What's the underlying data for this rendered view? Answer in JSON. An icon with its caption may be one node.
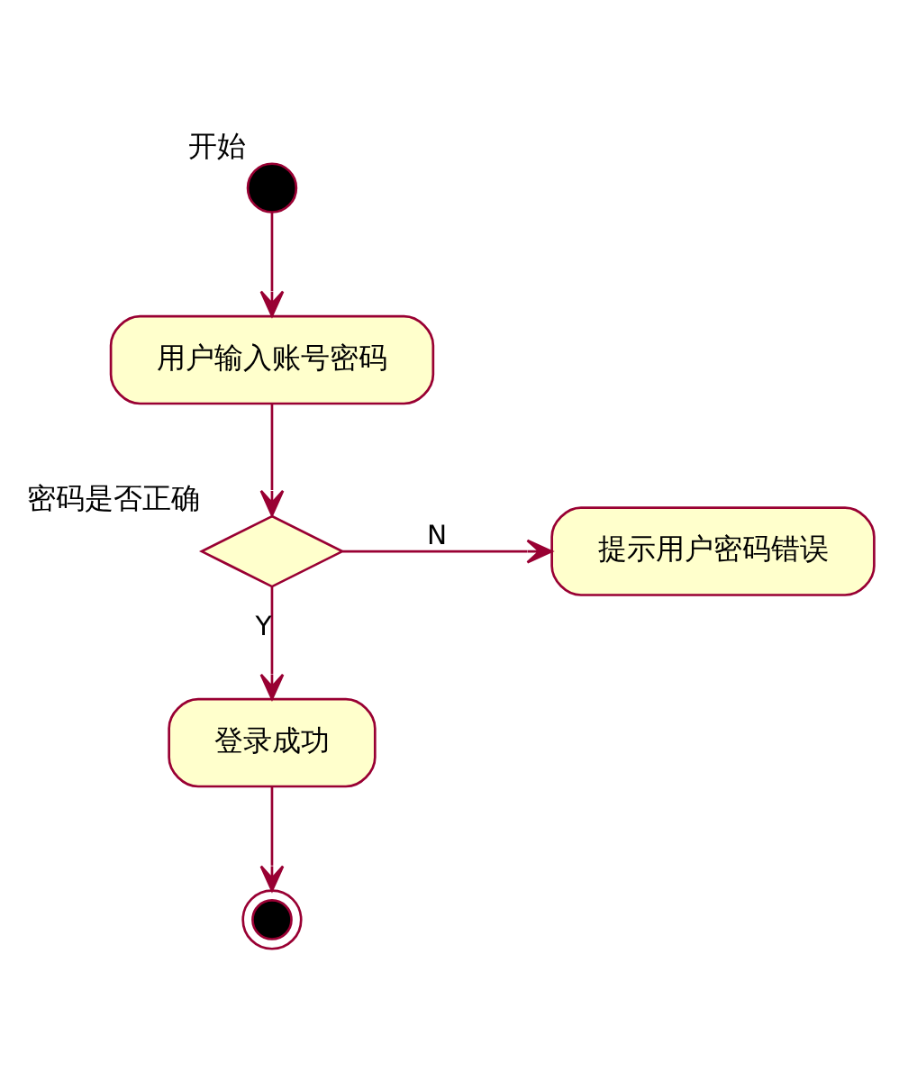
{
  "diagram": {
    "nodes": [
      {
        "text": [],
        "shape": "circle",
        "beside": [
          "开始"
        ]
      },
      {
        "text": [
          "用户输入账号密码"
        ]
      },
      {
        "text": [],
        "shape": "diamond",
        "beside": [
          "密码是否正确"
        ]
      },
      {
        "text": [
          "提示用户密码错误"
        ]
      },
      {
        "text": [
          "登录成功"
        ]
      },
      {
        "text": [],
        "shape": "circle"
      }
    ],
    "edges": [
      {
        "from": 0,
        "to": 1,
        "arrow": "to"
      },
      {
        "from": 1,
        "to": 2,
        "arrow": "to"
      },
      {
        "from": 2,
        "to": 3,
        "arrow": "to",
        "label": "N"
      },
      {
        "from": 2,
        "to": 4,
        "arrow": "to",
        "label": "Y"
      },
      {
        "from": 4,
        "to": 5,
        "arrow": "to"
      }
    ]
  }
}
